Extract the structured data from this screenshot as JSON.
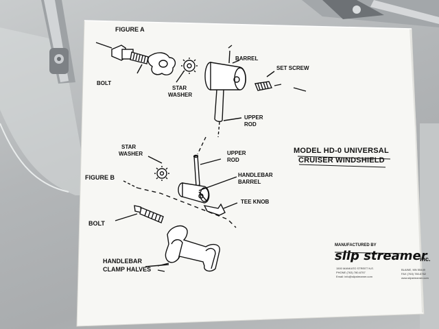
{
  "document": {
    "title_line1": "MODEL HD-0 UNIVERSAL",
    "title_line2": "CRUISER WINDSHIELD",
    "figure_a": {
      "heading": "FIGURE A",
      "labels": {
        "bolt": "BOLT",
        "star_washer_1": "STAR",
        "star_washer_2": "WASHER",
        "barrel": "BARREL",
        "set_screw": "SET SCREW",
        "upper_rod_1": "UPPER",
        "upper_rod_2": "ROD"
      }
    },
    "figure_b": {
      "heading": "FIGURE B",
      "labels": {
        "star_washer_1": "STAR",
        "star_washer_2": "WASHER",
        "upper_rod_1": "UPPER",
        "upper_rod_2": "ROD",
        "handlebar_barrel_1": "HANDLEBAR",
        "handlebar_barrel_2": "BARREL",
        "tee_knob": "TEE KNOB",
        "bolt": "BOLT",
        "clamp_halves_1": "HANDLEBAR",
        "clamp_halves_2": "CLAMP HALVES"
      }
    },
    "manufacturer": {
      "heading": "MANUFACTURED BY",
      "brand_name": "slip streamer",
      "brand_suffix": "inc.",
      "address_line1": "1500 MANKATO STREET N.E.",
      "address_line2": "PHONE (763) 780-6757",
      "address_line3": "Email: info@slipstreamer.com",
      "city_line1": "BLAINE, MN 55449",
      "city_line2": "FAX (763) 780-6762",
      "city_line3": "www.slipstreamer.com"
    }
  },
  "colors": {
    "paper": "#f7f7f4",
    "ink": "#111111",
    "background": "#b8bbbd"
  }
}
